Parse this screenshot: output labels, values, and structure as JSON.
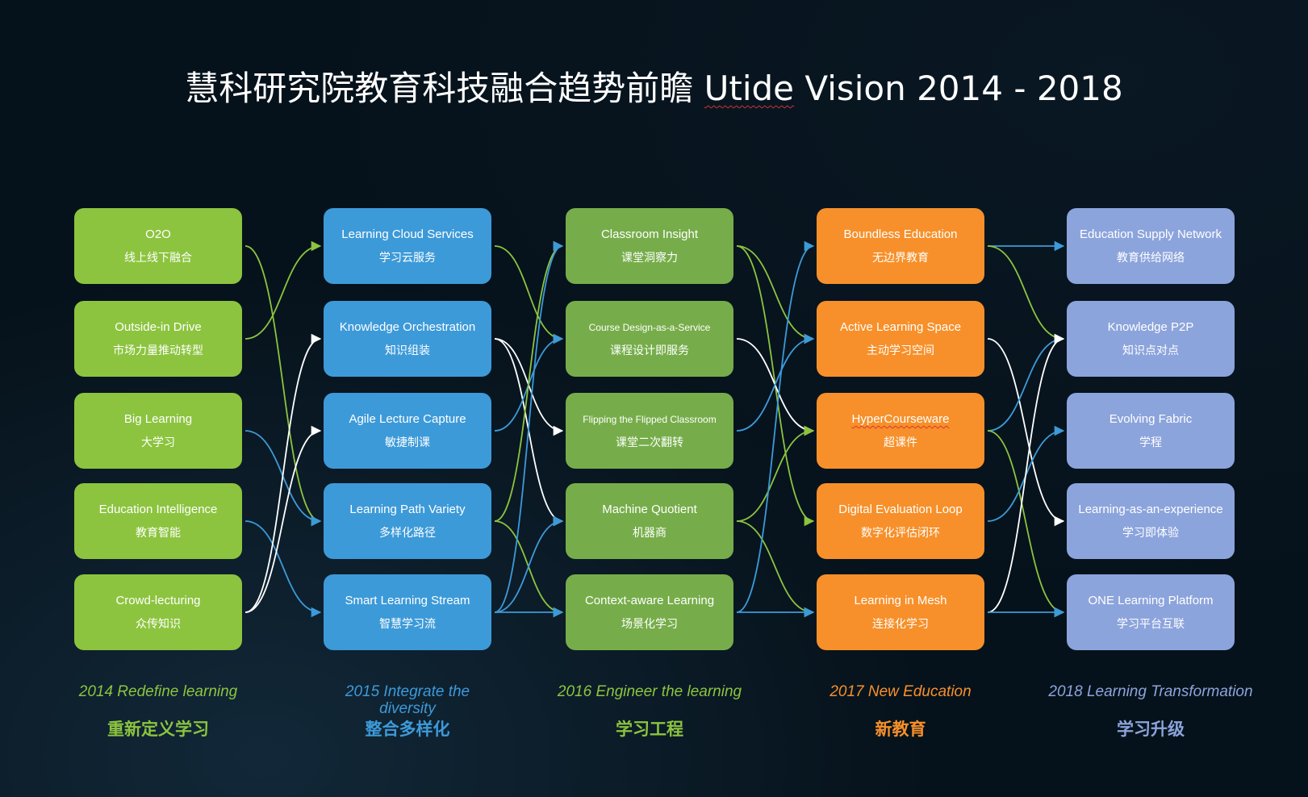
{
  "title": {
    "prefix": "慧科研究院教育科技融合趋势前瞻 ",
    "wavy": "Utide",
    "suffix": " Vision 2014 - 2018"
  },
  "colors": {
    "green": "#8cc43f",
    "blue": "#3d9ad9",
    "darkgreen": "#76ad4a",
    "orange": "#f7902a",
    "lavender": "#8ca4dc",
    "link_green": "#8cc43f",
    "link_blue": "#3d9ad9",
    "link_white": "#ffffff"
  },
  "columns": [
    {
      "id": "c2014",
      "color": "green",
      "footer_en": "2014 Redefine learning",
      "footer_zh": "重新定义学习",
      "footer_color": "#8cc43f",
      "nodes": [
        {
          "id": "o2o",
          "en": "O2O",
          "zh": "线上线下融合"
        },
        {
          "id": "outside",
          "en": "Outside-in Drive",
          "zh": "市场力量推动转型"
        },
        {
          "id": "big",
          "en": "Big Learning",
          "zh": "大学习"
        },
        {
          "id": "eduint",
          "en": "Education Intelligence",
          "zh": "教育智能"
        },
        {
          "id": "crowd",
          "en": "Crowd-lecturing",
          "zh": "众传知识"
        }
      ]
    },
    {
      "id": "c2015",
      "color": "blue",
      "footer_en": "2015 Integrate the diversity",
      "footer_zh": "整合多样化",
      "footer_color": "#3d9ad9",
      "nodes": [
        {
          "id": "cloud",
          "en": "Learning Cloud Services",
          "zh": "学习云服务"
        },
        {
          "id": "ko",
          "en": "Knowledge Orchestration",
          "zh": "知识组装"
        },
        {
          "id": "agile",
          "en": "Agile Lecture Capture",
          "zh": "敏捷制课"
        },
        {
          "id": "lpv",
          "en": "Learning Path Variety",
          "zh": "多样化路径"
        },
        {
          "id": "sls",
          "en": "Smart Learning Stream",
          "zh": "智慧学习流"
        }
      ]
    },
    {
      "id": "c2016",
      "color": "darkgreen",
      "footer_en": "2016 Engineer the learning",
      "footer_zh": "学习工程",
      "footer_color": "#8cc43f",
      "nodes": [
        {
          "id": "ci",
          "en": "Classroom Insight",
          "zh": "课堂洞察力"
        },
        {
          "id": "cdaas",
          "en": "Course Design-as-a-Service",
          "zh": "课程设计即服务",
          "small": true
        },
        {
          "id": "ffc",
          "en": "Flipping the Flipped Classroom",
          "zh": "课堂二次翻转",
          "small": true
        },
        {
          "id": "mq",
          "en": "Machine Quotient",
          "zh": "机器商"
        },
        {
          "id": "cal",
          "en": "Context-aware Learning",
          "zh": "场景化学习"
        }
      ]
    },
    {
      "id": "c2017",
      "color": "orange",
      "footer_en": "2017 New Education",
      "footer_zh": "新教育",
      "footer_color": "#f7902a",
      "nodes": [
        {
          "id": "be",
          "en": "Boundless Education",
          "zh": "无边界教育"
        },
        {
          "id": "als",
          "en": "Active Learning Space",
          "zh": "主动学习空间"
        },
        {
          "id": "hc",
          "en": "HyperCourseware",
          "zh": "超课件",
          "wavy": true
        },
        {
          "id": "del",
          "en": "Digital Evaluation Loop",
          "zh": "数字化评估闭环"
        },
        {
          "id": "lim",
          "en": "Learning in Mesh",
          "zh": "连接化学习"
        }
      ]
    },
    {
      "id": "c2018",
      "color": "lavender",
      "footer_en": "2018 Learning Transformation",
      "footer_zh": "学习升级",
      "footer_color": "#8ca4dc",
      "nodes": [
        {
          "id": "esn",
          "en": "Education Supply Network",
          "zh": "教育供给网络"
        },
        {
          "id": "kp2p",
          "en": "Knowledge P2P",
          "zh": "知识点对点"
        },
        {
          "id": "ef",
          "en": "Evolving Fabric",
          "zh": "学程"
        },
        {
          "id": "laae",
          "en": "Learning-as-an-experience",
          "zh": "学习即体验"
        },
        {
          "id": "olp",
          "en": "ONE Learning Platform",
          "zh": "学习平台互联"
        }
      ]
    }
  ],
  "links": [
    {
      "from": "o2o",
      "to": "lpv",
      "color": "link_green"
    },
    {
      "from": "outside",
      "to": "cloud",
      "color": "link_green"
    },
    {
      "from": "big",
      "to": "lpv",
      "color": "link_blue"
    },
    {
      "from": "eduint",
      "to": "sls",
      "color": "link_blue"
    },
    {
      "from": "crowd",
      "to": "ko",
      "color": "link_white"
    },
    {
      "from": "crowd",
      "to": "agile",
      "color": "link_white"
    },
    {
      "from": "cloud",
      "to": "cdaas",
      "color": "link_green"
    },
    {
      "from": "ko",
      "to": "ffc",
      "color": "link_white"
    },
    {
      "from": "ko",
      "to": "mq",
      "color": "link_white"
    },
    {
      "from": "agile",
      "to": "cdaas",
      "color": "link_blue"
    },
    {
      "from": "lpv",
      "to": "ci",
      "color": "link_green"
    },
    {
      "from": "lpv",
      "to": "cal",
      "color": "link_green"
    },
    {
      "from": "sls",
      "to": "ci",
      "color": "link_blue"
    },
    {
      "from": "sls",
      "to": "mq",
      "color": "link_blue"
    },
    {
      "from": "sls",
      "to": "cal",
      "color": "link_blue"
    },
    {
      "from": "ci",
      "to": "als",
      "color": "link_green"
    },
    {
      "from": "ci",
      "to": "del",
      "color": "link_green"
    },
    {
      "from": "cdaas",
      "to": "hc",
      "color": "link_white"
    },
    {
      "from": "ffc",
      "to": "als",
      "color": "link_blue"
    },
    {
      "from": "mq",
      "to": "hc",
      "color": "link_green"
    },
    {
      "from": "mq",
      "to": "lim",
      "color": "link_green"
    },
    {
      "from": "cal",
      "to": "be",
      "color": "link_blue"
    },
    {
      "from": "cal",
      "to": "lim",
      "color": "link_blue"
    },
    {
      "from": "be",
      "to": "esn",
      "color": "link_blue"
    },
    {
      "from": "be",
      "to": "kp2p",
      "color": "link_green"
    },
    {
      "from": "als",
      "to": "laae",
      "color": "link_white"
    },
    {
      "from": "hc",
      "to": "kp2p",
      "color": "link_blue"
    },
    {
      "from": "hc",
      "to": "olp",
      "color": "link_green"
    },
    {
      "from": "del",
      "to": "ef",
      "color": "link_blue"
    },
    {
      "from": "lim",
      "to": "kp2p",
      "color": "link_white"
    },
    {
      "from": "lim",
      "to": "olp",
      "color": "link_blue"
    }
  ]
}
